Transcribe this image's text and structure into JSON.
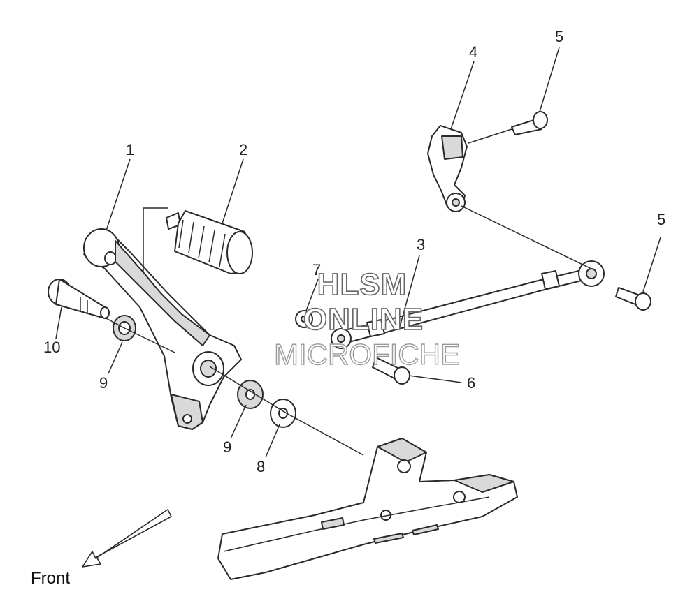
{
  "callouts": [
    {
      "id": "1",
      "label": "1"
    },
    {
      "id": "2",
      "label": "2"
    },
    {
      "id": "3",
      "label": "3"
    },
    {
      "id": "4",
      "label": "4"
    },
    {
      "id": "5a",
      "label": "5"
    },
    {
      "id": "5b",
      "label": "5"
    },
    {
      "id": "6",
      "label": "6"
    },
    {
      "id": "7",
      "label": "7"
    },
    {
      "id": "8",
      "label": "8"
    },
    {
      "id": "9a",
      "label": "9"
    },
    {
      "id": "9b",
      "label": "9"
    },
    {
      "id": "10",
      "label": "10"
    }
  ],
  "direction": {
    "label": "Front",
    "icon": "arrow-down-left-icon"
  },
  "watermark": {
    "line1": "HLSM",
    "line2": "ONLINE",
    "line3": "MICROFICHE"
  },
  "colors": {
    "line": "#2a2a2a",
    "shade": "#d9d9d9",
    "background": "#ffffff"
  }
}
